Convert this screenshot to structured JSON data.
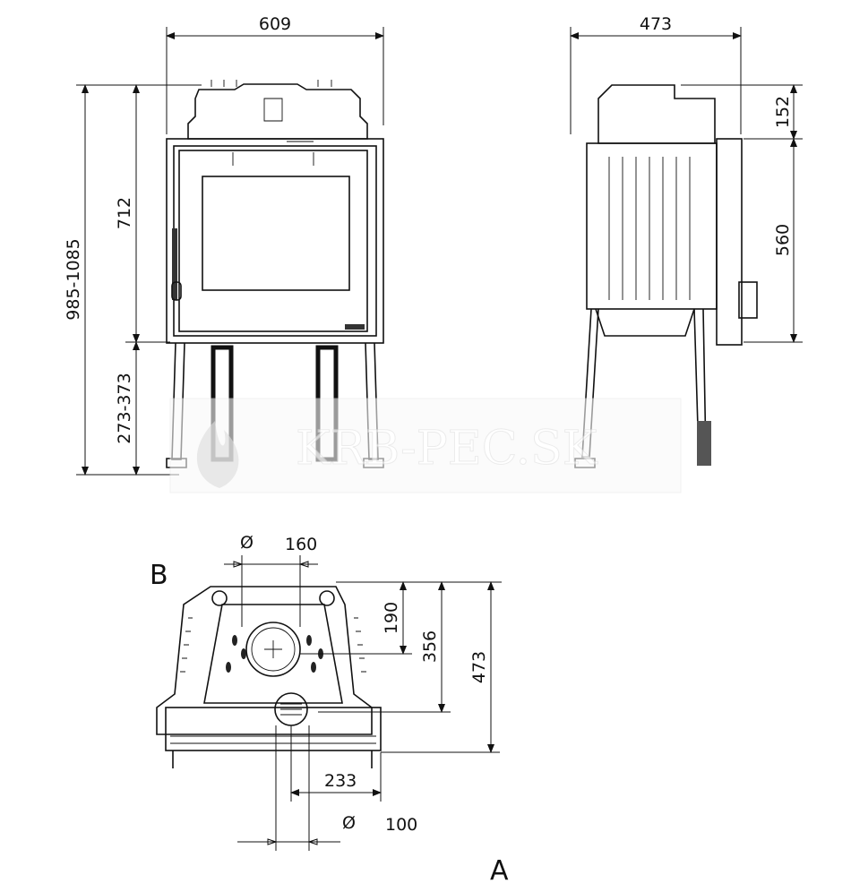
{
  "front_view": {
    "width": "609",
    "height_body": "712",
    "height_total": "985-1085",
    "leg_height": "273-373"
  },
  "side_view": {
    "depth": "473",
    "top_height": "152",
    "body_height": "560"
  },
  "top_view": {
    "label_top": "B",
    "label_bottom": "A",
    "flue_diameter_symbol": "Ø",
    "flue_diameter": "160",
    "flue_offset": "190",
    "air_offset": "356",
    "depth": "473",
    "air_side_offset": "233",
    "air_diameter_symbol": "Ø",
    "air_diameter": "100"
  },
  "watermark": "KRB-PEC.SK"
}
